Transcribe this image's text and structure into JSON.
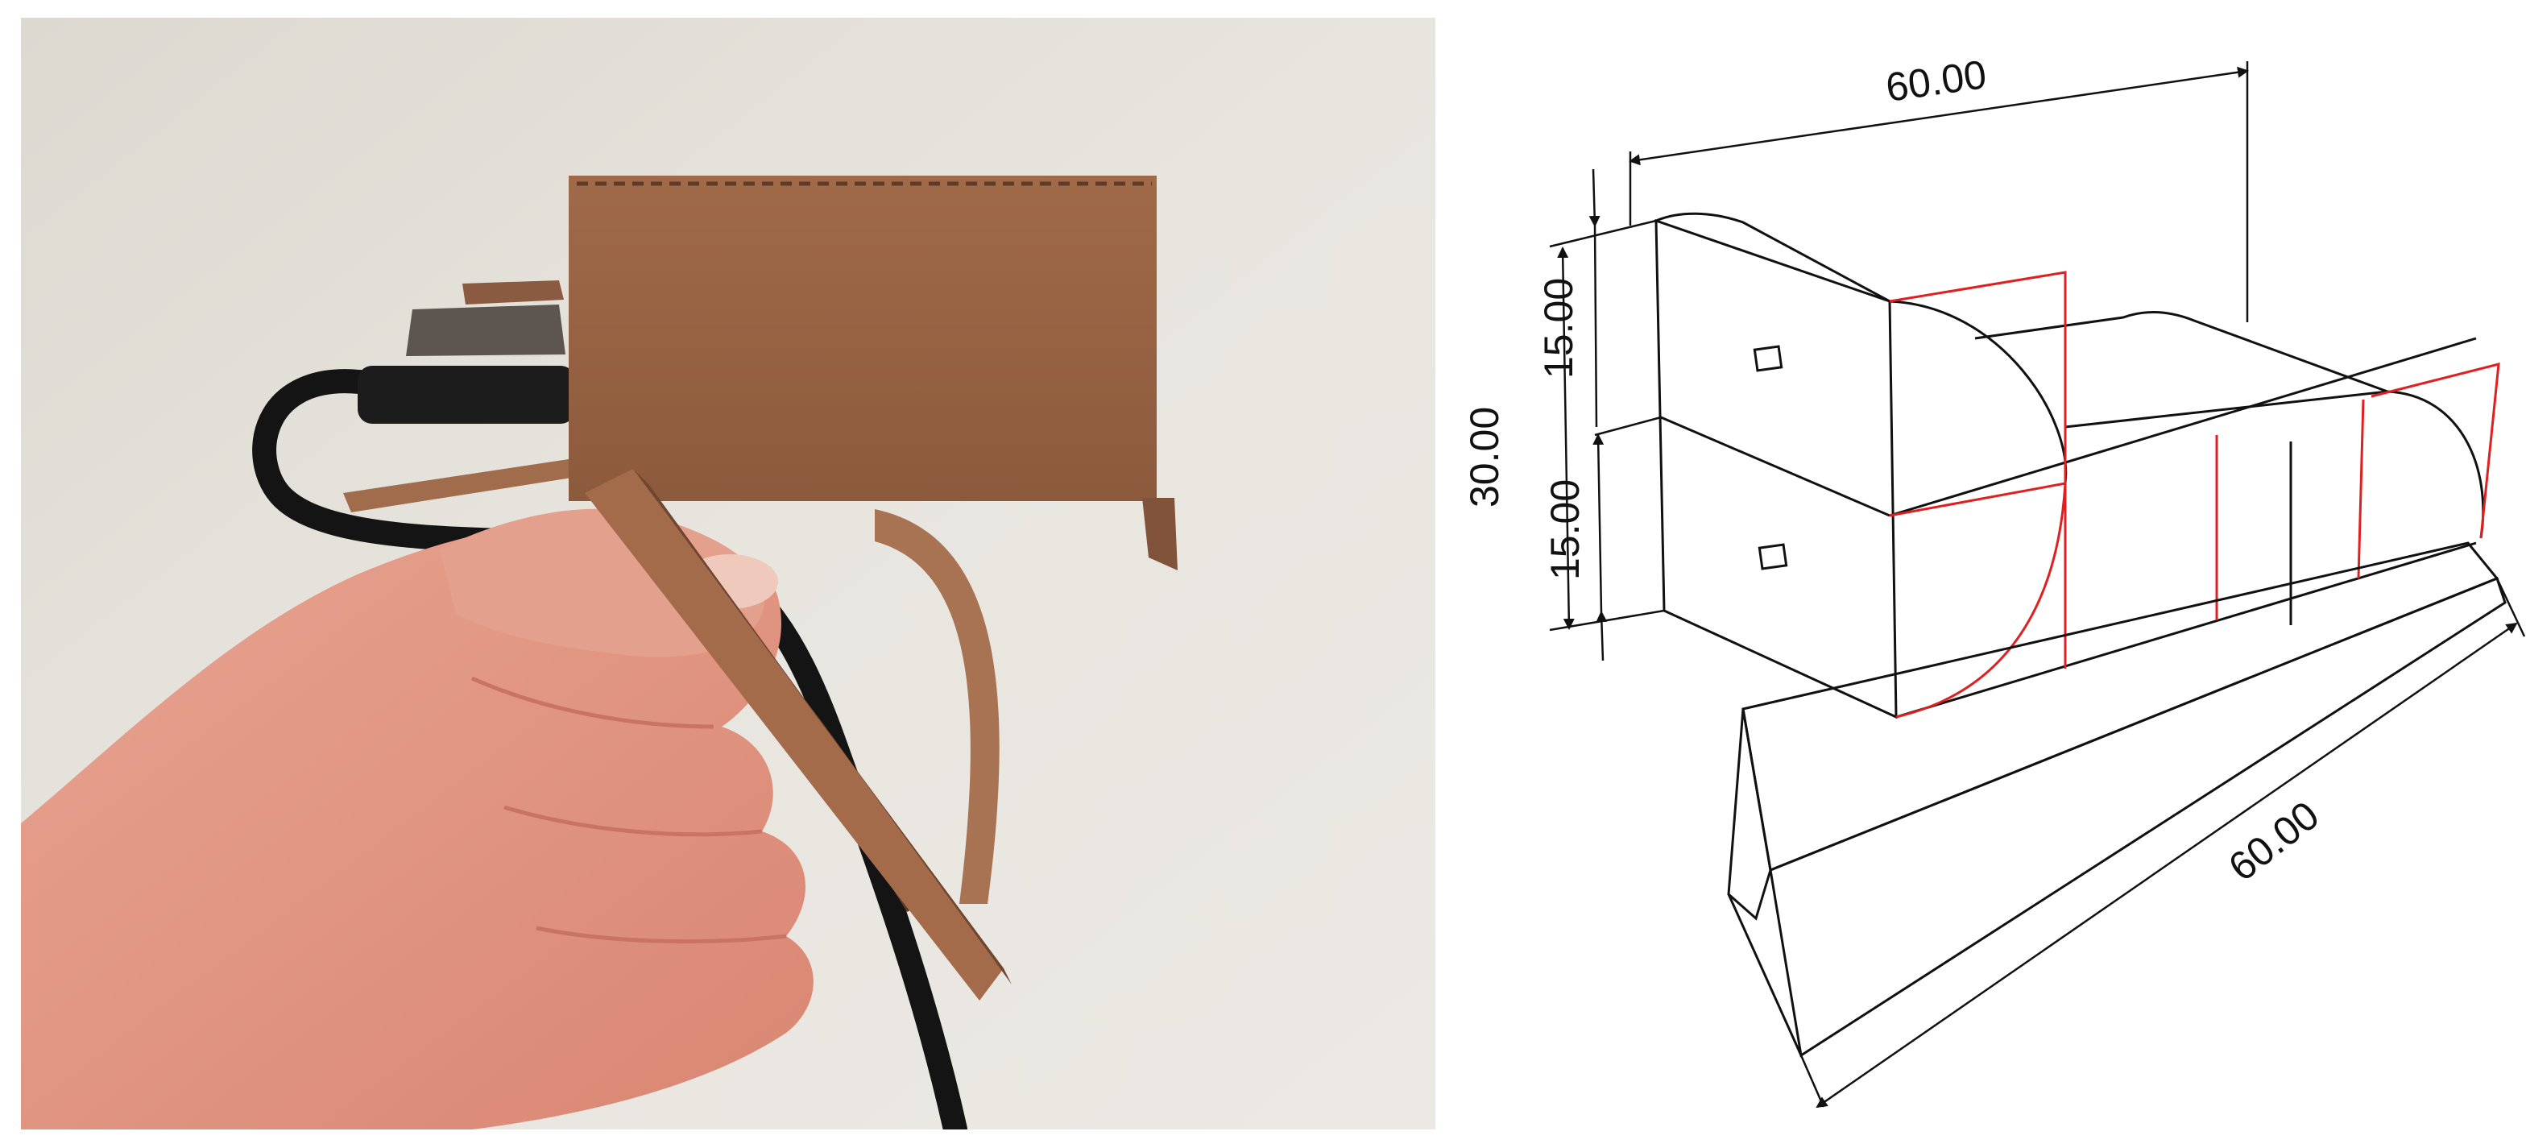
{
  "colors": {
    "photo_background": "#e4e0d9",
    "cardboard": "#9a6444",
    "cardboard_dark": "#6f4630",
    "cable": "#141414",
    "skin": "#e49a86",
    "skin_shadow": "#c97462",
    "line": "#111111",
    "cut_line": "#e02020"
  },
  "icons": {
    "photo": "cardboard-box-prototype-photo",
    "drawing": "isometric-technical-drawing"
  },
  "dimensions": {
    "top_width": "60.00",
    "total_height": "30.00",
    "upper_height": "15.00",
    "lower_height": "15.00",
    "base_length": "60.00"
  }
}
